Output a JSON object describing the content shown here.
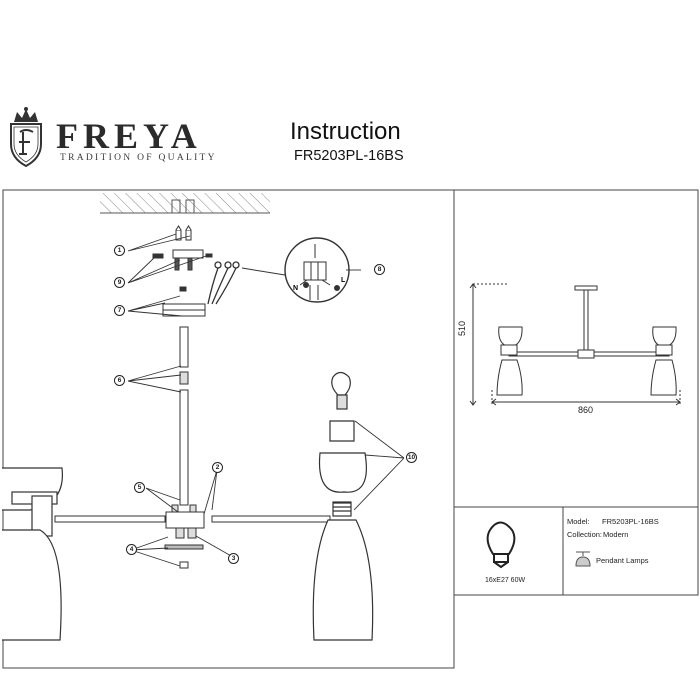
{
  "header": {
    "brand": "FREYA",
    "tagline": "TRADITION OF QUALITY",
    "title": "Instruction",
    "model_code": "FR5203PL-16BS"
  },
  "callouts": [
    "1",
    "2",
    "3",
    "4",
    "5",
    "6",
    "7",
    "8",
    "9",
    "10"
  ],
  "wiring": {
    "labels": [
      "N",
      "L"
    ]
  },
  "dimensions": {
    "width": "860",
    "height": "510"
  },
  "spec": {
    "model_label": "Model:",
    "model_value": "FR5203PL-16BS",
    "collection_label": "Collection:",
    "collection_value": "Modern",
    "type_label": "Pendant Lamps",
    "bulb": "16xE27 60W"
  },
  "colors": {
    "line": "#333333",
    "shade": "#aaaaaa"
  }
}
